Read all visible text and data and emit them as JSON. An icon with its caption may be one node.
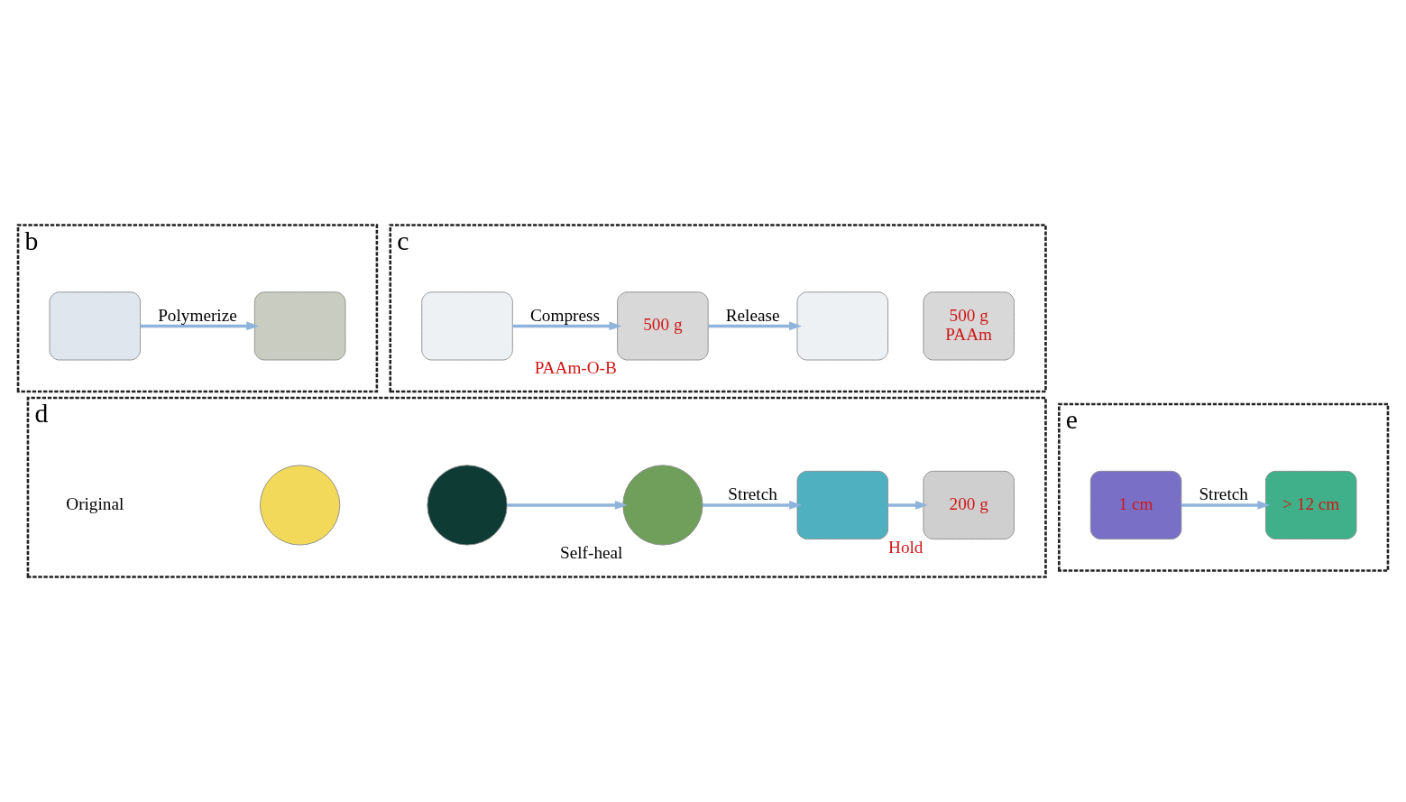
{
  "diagram": {
    "nodes": [
      {
        "text": [
          "b"
        ]
      },
      {
        "text": [],
        "shape": "box",
        "in": 0
      },
      {
        "text": [],
        "shape": "box",
        "in": 0
      },
      {
        "text": [
          "c"
        ]
      },
      {
        "text": [],
        "shape": "box",
        "in": 3
      },
      {
        "text": [
          "500 g"
        ],
        "beside": [
          "PAAm-O-B"
        ],
        "in": 3
      },
      {
        "text": [],
        "shape": "box",
        "in": 3
      },
      {
        "text": [
          "500 g",
          "PAAm"
        ],
        "in": 3
      },
      {
        "text": [
          "d"
        ]
      },
      {
        "text": [],
        "shape": "circle",
        "in": 8
      },
      {
        "text": [],
        "shape": "circle",
        "in": 8
      },
      {
        "text": [],
        "shape": "circle",
        "beside": [
          "Self-heal"
        ],
        "in": 8
      },
      {
        "text": [],
        "shape": "box",
        "in": 8
      },
      {
        "text": [
          "200 g"
        ],
        "beside": [
          "Hold"
        ],
        "in": 8
      },
      {
        "text": [
          "e"
        ]
      },
      {
        "text": [
          "1 cm"
        ],
        "in": 14
      },
      {
        "text": [
          "> 12 cm"
        ],
        "in": 14
      }
    ],
    "edges": [
      {
        "from": 1,
        "to": 2,
        "arrow": "to",
        "label": "Polymerize"
      },
      {
        "from": 4,
        "to": 5,
        "arrow": "to",
        "label": "Compress"
      },
      {
        "from": 5,
        "to": 6,
        "arrow": "to",
        "label": "Release"
      },
      {
        "from": 10,
        "to": 11,
        "arrow": "to"
      },
      {
        "from": 11,
        "to": 12,
        "arrow": "to",
        "label": "Stretch"
      },
      {
        "from": 12,
        "to": 13,
        "arrow": "to"
      },
      {
        "from": 15,
        "to": 16,
        "arrow": "to",
        "label": "Stretch"
      }
    ],
    "labels": [
      "Original"
    ]
  }
}
